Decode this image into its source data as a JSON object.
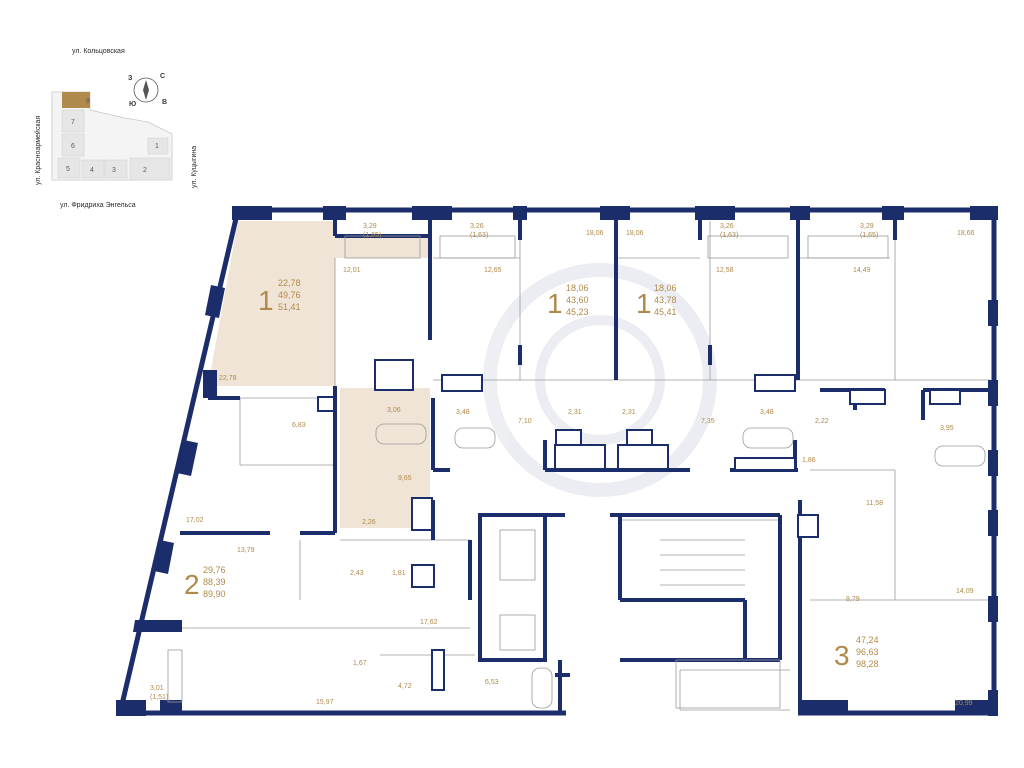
{
  "site_plan": {
    "street_top": "ул. Кольцовская",
    "street_left": "ул. Красноармейская",
    "street_right": "ул. Куцыгина",
    "street_bottom": "ул. Фридриха Энгельса",
    "sections": [
      "8",
      "7",
      "6",
      "5",
      "4",
      "3",
      "2",
      "1"
    ],
    "compass": {
      "n": "С",
      "s": "Ю",
      "e": "В",
      "w": "З"
    }
  },
  "apartments": [
    {
      "rooms": "1",
      "values": [
        "22,78",
        "49,76",
        "51,41"
      ]
    },
    {
      "rooms": "1",
      "values": [
        "18,06",
        "43,60",
        "45,23"
      ]
    },
    {
      "rooms": "1",
      "values": [
        "18,06",
        "43,78",
        "45,41"
      ]
    },
    {
      "rooms": "2",
      "values": [
        "29,76",
        "88,39",
        "89,90"
      ]
    },
    {
      "rooms": "3",
      "values": [
        "47,24",
        "96,63",
        "98,28"
      ]
    }
  ],
  "room_areas": [
    "3,29\n(1,65)",
    "12,01",
    "22,78",
    "3,26\n(1,63)",
    "12,65",
    "18,06",
    "18,06",
    "3,26\n(1,63)",
    "12,58",
    "3,29\n(1,65)",
    "14,49",
    "18,66",
    "6,83",
    "3,06",
    "3,48",
    "7,10",
    "2,31",
    "2,31",
    "7,35",
    "3,48",
    "2,22",
    "3,95",
    "1,86",
    "11,58",
    "9,65",
    "2,26",
    "17,02",
    "13,79",
    "2,43",
    "1,81",
    "17,62",
    "1,67",
    "4,72",
    "6,53",
    "15,97",
    "3,01\n(1,51)",
    "8,79",
    "14,09",
    "20,99"
  ],
  "colors": {
    "wall": "#1b2d6b",
    "accent": "#b08a4a",
    "highlight": "#f0e4d6",
    "line": "#9a9a9a"
  }
}
